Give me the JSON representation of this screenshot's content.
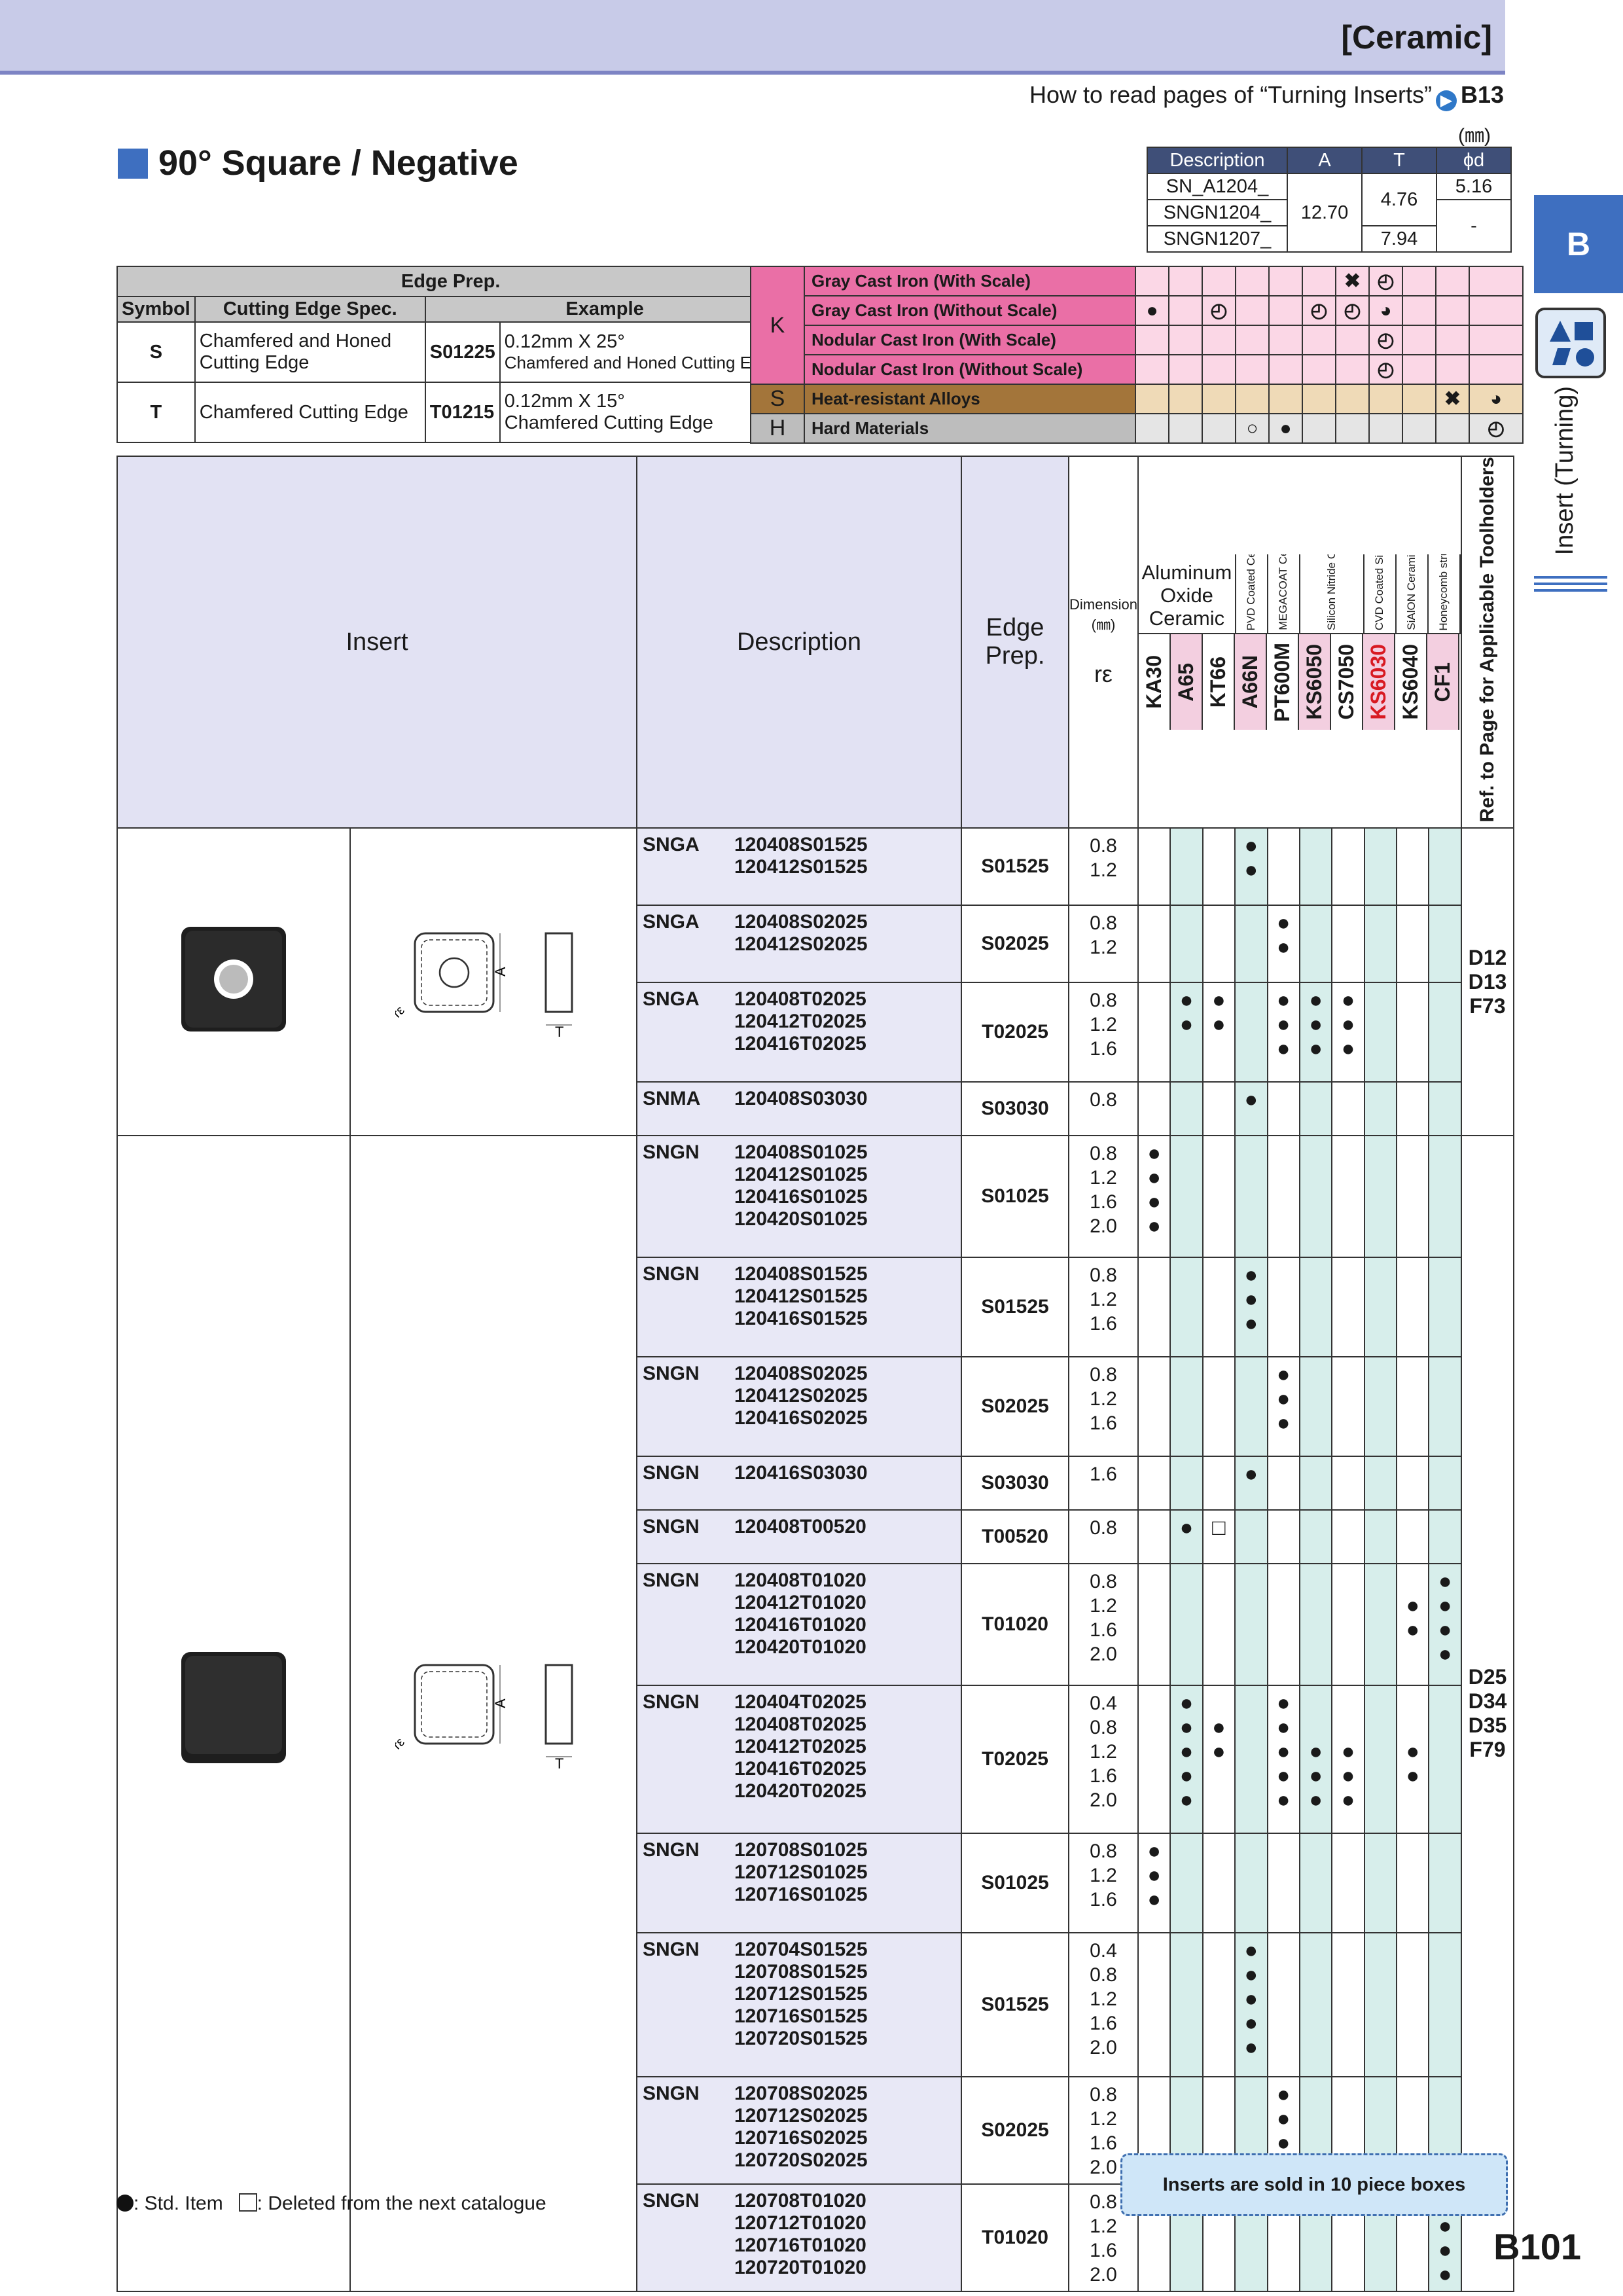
{
  "header": {
    "title": "[Ceramic]",
    "howto_text": "How to read pages of “Turning Inserts”",
    "howto_ref": "B13",
    "unit": "(㎜)"
  },
  "section": {
    "title": "90° Square / Negative"
  },
  "dimensions": {
    "headers": [
      "Description",
      "A",
      "T",
      "ϕd"
    ],
    "rows": [
      {
        "desc": "SN_A1204_",
        "d": "5.16"
      },
      {
        "desc": "SNGN1204_",
        "d": "-"
      },
      {
        "desc": "SNGN1207_",
        "t": "7.94"
      }
    ],
    "a_shared": "12.70",
    "t_shared": "4.76"
  },
  "edge_prep": {
    "title": "Edge Prep.",
    "col_symbol": "Symbol",
    "col_spec": "Cutting Edge Spec.",
    "col_example": "Example",
    "rows": [
      {
        "symbol": "S",
        "spec": "Chamfered and Honed Cutting Edge",
        "code": "S01225",
        "ex1": "0.12mm X 25°",
        "ex2": "Chamfered and Honed Cutting Edge"
      },
      {
        "symbol": "T",
        "spec": "Chamfered Cutting Edge",
        "code": "T01215",
        "ex1": "0.12mm X 15°",
        "ex2": "Chamfered Cutting Edge"
      }
    ]
  },
  "work_materials": {
    "k": "K",
    "s": "S",
    "h": "H",
    "rows": [
      {
        "name": "Gray Cast Iron (With Scale)",
        "g": [
          "",
          "",
          "",
          "",
          "",
          "",
          "✖",
          "◴",
          "",
          "",
          ""
        ]
      },
      {
        "name": "Gray Cast Iron (Without Scale)",
        "g": [
          "●",
          "",
          "◴",
          "",
          "",
          "◴",
          "◴",
          "◕",
          "",
          "",
          ""
        ]
      },
      {
        "name": "Nodular Cast Iron (With Scale)",
        "g": [
          "",
          "",
          "",
          "",
          "",
          "",
          "",
          "◴",
          "",
          "",
          ""
        ]
      },
      {
        "name": "Nodular Cast Iron (Without Scale)",
        "g": [
          "",
          "",
          "",
          "",
          "",
          "",
          "",
          "◴",
          "",
          "",
          ""
        ]
      },
      {
        "name": "Heat-resistant Alloys",
        "g": [
          "",
          "",
          "",
          "",
          "",
          "",
          "",
          "",
          "",
          "✖",
          "◕"
        ]
      },
      {
        "name": "Hard Materials",
        "g": [
          "",
          "",
          "",
          "○",
          "●",
          "",
          "",
          "",
          "",
          "",
          "◴"
        ]
      }
    ]
  },
  "main_header": {
    "insert": "Insert",
    "description": "Description",
    "edge_prep": "Edge Prep.",
    "dimension": "Dimension (㎜)",
    "re": "rε",
    "alumina": "Aluminum Oxide Ceramic",
    "ref": "Ref. to Page for Applicable Toolholders",
    "cat": [
      "PVD Coated Ceramic",
      "MEGACOAT Ceramic",
      "Silicon Nitride Ceramic",
      "CVD Coated Silicon Nitride Ceramic",
      "SiAlON Ceramic",
      "Honeycomb structure Ceramic"
    ],
    "grades": [
      "KA30",
      "A65",
      "KT66",
      "A66N",
      "PT600M",
      "KS6050",
      "CS7050",
      "KS6030",
      "KS6040",
      "CF1"
    ]
  },
  "ref_groups": [
    "D12\nD13\nF73",
    "D25\nD34\nD35\nF79"
  ],
  "rows": [
    {
      "prefix": "SNGA",
      "codes": [
        "120408S01525",
        "120412S01525"
      ],
      "edge": "S01525",
      "re": [
        "0.8",
        "1.2"
      ],
      "g": [
        "",
        "",
        "",
        "●\n●",
        "",
        "",
        "",
        "",
        "",
        ""
      ]
    },
    {
      "prefix": "SNGA",
      "codes": [
        "120408S02025",
        "120412S02025"
      ],
      "edge": "S02025",
      "re": [
        "0.8",
        "1.2"
      ],
      "g": [
        "",
        "",
        "",
        "",
        "●\n●",
        "",
        "",
        "",
        "",
        ""
      ]
    },
    {
      "prefix": "SNGA",
      "codes": [
        "120408T02025",
        "120412T02025",
        "120416T02025"
      ],
      "edge": "T02025",
      "re": [
        "0.8",
        "1.2",
        "1.6"
      ],
      "g": [
        "",
        "●\n●",
        "●\n●",
        "",
        "●\n●\n●",
        "●\n●\n●",
        "●\n●\n●",
        "",
        "",
        ""
      ]
    },
    {
      "prefix": "SNMA",
      "codes": [
        "120408S03030"
      ],
      "edge": "S03030",
      "re": [
        "0.8"
      ],
      "g": [
        "",
        "",
        "",
        "●",
        "",
        "",
        "",
        "",
        "",
        ""
      ]
    },
    {
      "prefix": "SNGN",
      "codes": [
        "120408S01025",
        "120412S01025",
        "120416S01025",
        "120420S01025"
      ],
      "edge": "S01025",
      "re": [
        "0.8",
        "1.2",
        "1.6",
        "2.0"
      ],
      "g": [
        "●\n●\n●\n●",
        "",
        "",
        "",
        "",
        "",
        "",
        "",
        "",
        ""
      ]
    },
    {
      "prefix": "SNGN",
      "codes": [
        "120408S01525",
        "120412S01525",
        "120416S01525"
      ],
      "edge": "S01525",
      "re": [
        "0.8",
        "1.2",
        "1.6"
      ],
      "g": [
        "",
        "",
        "",
        "●\n●\n●",
        "",
        "",
        "",
        "",
        "",
        ""
      ]
    },
    {
      "prefix": "SNGN",
      "codes": [
        "120408S02025",
        "120412S02025",
        "120416S02025"
      ],
      "edge": "S02025",
      "re": [
        "0.8",
        "1.2",
        "1.6"
      ],
      "g": [
        "",
        "",
        "",
        "",
        "●\n●\n●",
        "",
        "",
        "",
        "",
        ""
      ]
    },
    {
      "prefix": "SNGN",
      "codes": [
        "120416S03030"
      ],
      "edge": "S03030",
      "re": [
        "1.6"
      ],
      "g": [
        "",
        "",
        "",
        "●",
        "",
        "",
        "",
        "",
        "",
        ""
      ]
    },
    {
      "prefix": "SNGN",
      "codes": [
        "120408T00520"
      ],
      "edge": "T00520",
      "re": [
        "0.8"
      ],
      "g": [
        "",
        "●",
        "□",
        "",
        "",
        "",
        "",
        "",
        "",
        ""
      ]
    },
    {
      "prefix": "SNGN",
      "codes": [
        "120408T01020",
        "120412T01020",
        "120416T01020",
        "120420T01020"
      ],
      "edge": "T01020",
      "re": [
        "0.8",
        "1.2",
        "1.6",
        "2.0"
      ],
      "g": [
        "",
        "",
        "",
        "",
        "",
        "",
        "",
        "",
        " \n●\n●",
        "●\n●\n●\n●"
      ]
    },
    {
      "prefix": "SNGN",
      "codes": [
        "120404T02025",
        "120408T02025",
        "120412T02025",
        "120416T02025",
        "120420T02025"
      ],
      "edge": "T02025",
      "re": [
        "0.4",
        "0.8",
        "1.2",
        "1.6",
        "2.0"
      ],
      "g": [
        "",
        "●\n●\n●\n●\n●",
        " \n●\n●",
        "",
        "●\n●\n●\n●\n●",
        " \n \n●\n●\n●",
        " \n \n●\n●\n●",
        "",
        " \n \n●\n●",
        ""
      ]
    },
    {
      "prefix": "SNGN",
      "codes": [
        "120708S01025",
        "120712S01025",
        "120716S01025"
      ],
      "edge": "S01025",
      "re": [
        "0.8",
        "1.2",
        "1.6"
      ],
      "g": [
        "●\n●\n●",
        "",
        "",
        "",
        "",
        "",
        "",
        "",
        "",
        ""
      ]
    },
    {
      "prefix": "SNGN",
      "codes": [
        "120704S01525",
        "120708S01525",
        "120712S01525",
        "120716S01525",
        "120720S01525"
      ],
      "edge": "S01525",
      "re": [
        "0.4",
        "0.8",
        "1.2",
        "1.6",
        "2.0"
      ],
      "g": [
        "",
        "",
        "",
        "●\n●\n●\n●\n●",
        "",
        "",
        "",
        "",
        "",
        ""
      ]
    },
    {
      "prefix": "SNGN",
      "codes": [
        "120708S02025",
        "120712S02025",
        "120716S02025",
        "120720S02025"
      ],
      "edge": "S02025",
      "re": [
        "0.8",
        "1.2",
        "1.6",
        "2.0"
      ],
      "g": [
        "",
        "",
        "",
        "",
        "●\n●\n●\n●",
        "",
        "",
        "",
        "",
        ""
      ]
    },
    {
      "prefix": "SNGN",
      "codes": [
        "120708T01020",
        "120712T01020",
        "120716T01020",
        "120720T01020"
      ],
      "edge": "T01020",
      "re": [
        "0.8",
        "1.2",
        "1.6",
        "2.0"
      ],
      "g": [
        "",
        "",
        "",
        "",
        "",
        "",
        "",
        "",
        "",
        "●\n●\n●\n●"
      ]
    }
  ],
  "legend": {
    "std": ": Std. Item",
    "deleted": ": Deleted from the next catalogue"
  },
  "note": "Inserts are sold in 10 piece boxes",
  "page_number": "B101",
  "side_tab": {
    "letter": "B",
    "text": "Insert (Turning)"
  }
}
